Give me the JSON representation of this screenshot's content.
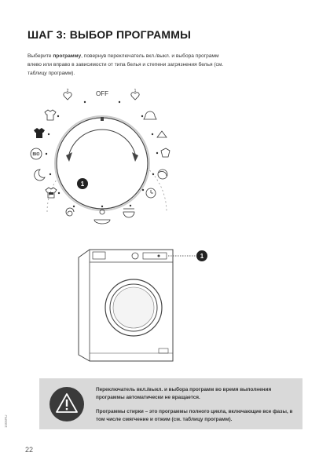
{
  "heading": "ШАГ 3: ВЫБОР ПРОГРАММЫ",
  "intro": {
    "prefix": "Выберите ",
    "bold": "программу",
    "suffix": ", повернув переключатель вкл./выкл. и выбора программ влево или вправо в зависимости от типа белья и степени загрязнения белья (см. таблицу программ)."
  },
  "dial": {
    "off_label": "OFF",
    "callout_number": "1",
    "icons": [
      "cotton-shirt-icon",
      "dark-shirt-icon",
      "bio-icon",
      "night-moon-icon",
      "mixed-shirt-icon",
      "swirl-icon",
      "baby-icon",
      "quick-wash-icon",
      "clock-timer-icon",
      "sport-ball-icon",
      "hand-wash-icon",
      "eco-leaf-icon",
      "bell-icon",
      "heart-1-icon",
      "heart-2-icon"
    ],
    "bio_label": "BIO",
    "number_1": "1",
    "number_2": "2"
  },
  "machine": {
    "callout_number": "1"
  },
  "note": {
    "icon": "warning-triangle-icon",
    "paragraph1": "Переключатель вкл./выкл. и выбора программ во время выполнения программы автоматически не вращается.",
    "paragraph2": "Программы стирки – это программы полного цикла, включающие все фазы, в том числе смягчение и отжим (см. таблицу программ)."
  },
  "page_number": "22",
  "side_code": "1505RU"
}
